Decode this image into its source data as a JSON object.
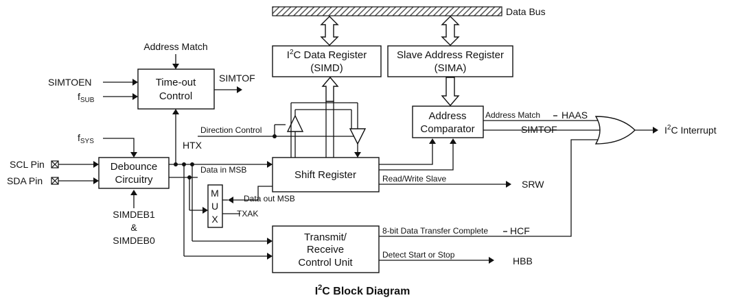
{
  "figure": {
    "title": "I²C Block Diagram",
    "title_prefix": "I",
    "title_sup": "2",
    "title_suffix": "C Block Diagram"
  },
  "blocks": {
    "i2c_data_register": {
      "line1_prefix": "I",
      "line1_sup": "2",
      "line1_suffix": "C Data Register",
      "line2": "(SIMD)"
    },
    "slave_address_register": {
      "line1": "Slave Address Register",
      "line2": "(SIMA)"
    },
    "timeout_control": {
      "line1": "Time-out",
      "line2": "Control"
    },
    "address_comparator": {
      "line1": "Address",
      "line2": "Comparator"
    },
    "debounce_circuitry": {
      "line1": "Debounce",
      "line2": "Circuitry"
    },
    "shift_register": {
      "label": "Shift Register"
    },
    "mux": {
      "letters": [
        "M",
        "U",
        "X"
      ]
    },
    "transmit_receive_unit": {
      "line1": "Transmit/",
      "line2": "Receive",
      "line3": "Control Unit"
    }
  },
  "signals": {
    "data_bus": "Data Bus",
    "address_match_top": "Address Match",
    "simtoen": "SIMTOEN",
    "fsub_main": "f",
    "fsub_sub": "SUB",
    "simtof_out": "SIMTOF",
    "fsys_main": "f",
    "fsys_sub": "SYS",
    "scl_pin": "SCL Pin",
    "sda_pin": "SDA Pin",
    "simdeb1": "SIMDEB1",
    "ampersand": "&",
    "simdeb0": "SIMDEB0",
    "direction_control": "Direction Control",
    "htx": "HTX",
    "data_in_msb": "Data in MSB",
    "data_out_msb": "Data out MSB",
    "txak": "TXAK",
    "read_write_slave": "Read/Write Slave",
    "srw": "SRW",
    "address_match_haas": "Address Match",
    "haas": "HAAS",
    "simtof_in": "SIMTOF",
    "i2c_interrupt_prefix": "I",
    "i2c_interrupt_sup": "2",
    "i2c_interrupt_suffix": "C Interrupt",
    "data_transfer_complete": "8-bit Data Transfer Complete",
    "hcf": "HCF",
    "detect_start_stop": "Detect Start or Stop",
    "hbb": "HBB"
  }
}
